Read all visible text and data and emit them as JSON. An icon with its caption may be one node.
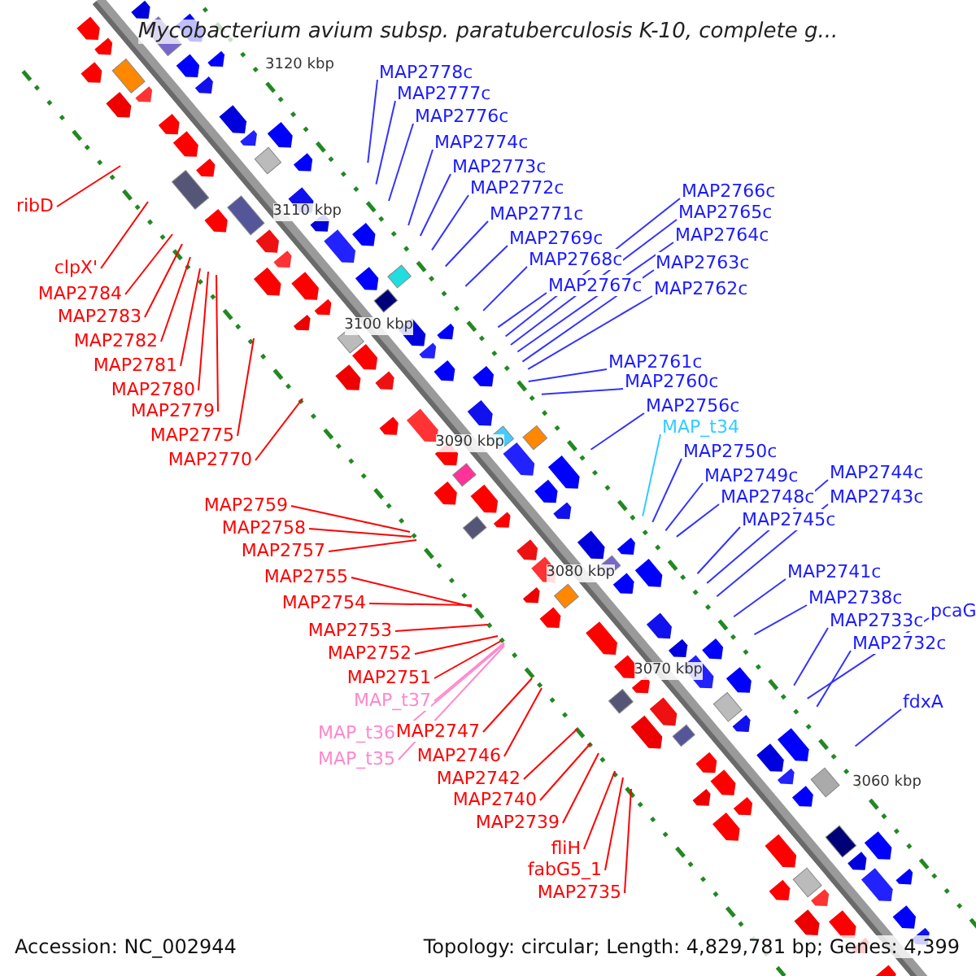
{
  "diagram": {
    "title": "Mycobacterium avium subsp. paratuberculosis K-10, complete g...",
    "nodes": [
      {
        "text": [
          "MAP2778c"
        ]
      },
      {
        "text": [
          "MAP2777c"
        ]
      },
      {
        "text": [
          "MAP2776c"
        ]
      },
      {
        "text": [
          "MAP2774c"
        ]
      },
      {
        "text": [
          "MAP2773c"
        ]
      },
      {
        "text": [
          "MAP2772c"
        ]
      },
      {
        "text": [
          "MAP2771c"
        ]
      },
      {
        "text": [
          "MAP2769c"
        ]
      },
      {
        "text": [
          "MAP2768c"
        ]
      },
      {
        "text": [
          "MAP2767c"
        ]
      },
      {
        "text": [
          "MAP2766c"
        ]
      },
      {
        "text": [
          "MAP2765c"
        ]
      },
      {
        "text": [
          "MAP2764c"
        ]
      },
      {
        "text": [
          "MAP2763c"
        ]
      },
      {
        "text": [
          "MAP2762c"
        ]
      },
      {
        "text": [
          "MAP2761c"
        ]
      },
      {
        "text": [
          "MAP2760c"
        ]
      },
      {
        "text": [
          "MAP2756c"
        ]
      },
      {
        "text": [
          "MAP_t34"
        ]
      },
      {
        "text": [
          "MAP2750c"
        ]
      },
      {
        "text": [
          "MAP2749c"
        ]
      },
      {
        "text": [
          "MAP2748c"
        ]
      },
      {
        "text": [
          "MAP2745c"
        ]
      },
      {
        "text": [
          "MAP2744c"
        ]
      },
      {
        "text": [
          "MAP2743c"
        ]
      },
      {
        "text": [
          "MAP2741c"
        ]
      },
      {
        "text": [
          "MAP2738c"
        ]
      },
      {
        "text": [
          "MAP2733c"
        ]
      },
      {
        "text": [
          "pcaG"
        ]
      },
      {
        "text": [
          "MAP2732c"
        ]
      },
      {
        "text": [
          "fdxA"
        ]
      },
      {
        "text": [
          "ribD"
        ]
      },
      {
        "text": [
          "clpX'"
        ]
      },
      {
        "text": [
          "MAP2784"
        ]
      },
      {
        "text": [
          "MAP2783"
        ]
      },
      {
        "text": [
          "MAP2782"
        ]
      },
      {
        "text": [
          "MAP2781"
        ]
      },
      {
        "text": [
          "MAP2780"
        ]
      },
      {
        "text": [
          "MAP2779"
        ]
      },
      {
        "text": [
          "MAP2775"
        ]
      },
      {
        "text": [
          "MAP2770"
        ]
      },
      {
        "text": [
          "MAP2759"
        ]
      },
      {
        "text": [
          "MAP2758"
        ]
      },
      {
        "text": [
          "MAP2757"
        ]
      },
      {
        "text": [
          "MAP2755"
        ]
      },
      {
        "text": [
          "MAP2754"
        ]
      },
      {
        "text": [
          "MAP2753"
        ]
      },
      {
        "text": [
          "MAP2752"
        ]
      },
      {
        "text": [
          "MAP2751"
        ]
      },
      {
        "text": [
          "MAP_t37"
        ]
      },
      {
        "text": [
          "MAP_t36"
        ]
      },
      {
        "text": [
          "MAP_t35"
        ]
      },
      {
        "text": [
          "MAP2747"
        ]
      },
      {
        "text": [
          "MAP2746"
        ]
      },
      {
        "text": [
          "MAP2742"
        ]
      },
      {
        "text": [
          "MAP2740"
        ]
      },
      {
        "text": [
          "MAP2739"
        ]
      },
      {
        "text": [
          "fliH"
        ]
      },
      {
        "text": [
          "fabG5_1"
        ]
      },
      {
        "text": [
          "MAP2735"
        ]
      }
    ],
    "edges": [
      {
        "from": 0,
        "to": null,
        "arrow": "none",
        "color": "#3333ff"
      },
      {
        "from": 1,
        "to": null,
        "arrow": "none",
        "color": "#3333ff"
      },
      {
        "from": 2,
        "to": null,
        "arrow": "none",
        "color": "#3333ff"
      },
      {
        "from": 3,
        "to": null,
        "arrow": "none",
        "color": "#3333ff"
      },
      {
        "from": 4,
        "to": null,
        "arrow": "none",
        "color": "#3333ff"
      },
      {
        "from": 5,
        "to": null,
        "arrow": "none",
        "color": "#3333ff"
      },
      {
        "from": 6,
        "to": null,
        "arrow": "none",
        "color": "#3333ff"
      },
      {
        "from": 7,
        "to": null,
        "arrow": "none",
        "color": "#3333ff"
      },
      {
        "from": 8,
        "to": null,
        "arrow": "none",
        "color": "#3333ff"
      },
      {
        "from": 9,
        "to": null,
        "arrow": "none",
        "color": "#3333ff"
      },
      {
        "from": 10,
        "to": null,
        "arrow": "none",
        "color": "#3333ff"
      },
      {
        "from": 11,
        "to": null,
        "arrow": "none",
        "color": "#3333ff"
      },
      {
        "from": 12,
        "to": null,
        "arrow": "none",
        "color": "#3333ff"
      },
      {
        "from": 13,
        "to": null,
        "arrow": "none",
        "color": "#3333ff"
      },
      {
        "from": 14,
        "to": null,
        "arrow": "none",
        "color": "#3333ff"
      },
      {
        "from": 15,
        "to": null,
        "arrow": "none",
        "color": "#3333ff"
      },
      {
        "from": 16,
        "to": null,
        "arrow": "none",
        "color": "#3333ff"
      },
      {
        "from": 17,
        "to": null,
        "arrow": "none",
        "color": "#3333ff"
      },
      {
        "from": 18,
        "to": null,
        "arrow": "none",
        "color": "#33ccff"
      },
      {
        "from": 19,
        "to": null,
        "arrow": "none",
        "color": "#3333ff"
      },
      {
        "from": 20,
        "to": null,
        "arrow": "none",
        "color": "#3333ff"
      },
      {
        "from": 21,
        "to": null,
        "arrow": "none",
        "color": "#3333ff"
      },
      {
        "from": 22,
        "to": null,
        "arrow": "none",
        "color": "#3333ff"
      },
      {
        "from": 23,
        "to": null,
        "arrow": "none",
        "color": "#3333ff"
      },
      {
        "from": 24,
        "to": null,
        "arrow": "none",
        "color": "#3333ff"
      },
      {
        "from": 25,
        "to": null,
        "arrow": "none",
        "color": "#3333ff"
      },
      {
        "from": 26,
        "to": null,
        "arrow": "none",
        "color": "#3333ff"
      },
      {
        "from": 27,
        "to": null,
        "arrow": "none",
        "color": "#3333ff"
      },
      {
        "from": 28,
        "to": null,
        "arrow": "none",
        "color": "#3333ff"
      },
      {
        "from": 29,
        "to": null,
        "arrow": "none",
        "color": "#3333ff"
      },
      {
        "from": 30,
        "to": null,
        "arrow": "none",
        "color": "#3333ff"
      },
      {
        "from": 31,
        "to": null,
        "arrow": "none",
        "color": "#ff0000"
      },
      {
        "from": 32,
        "to": null,
        "arrow": "none",
        "color": "#ff0000"
      },
      {
        "from": 33,
        "to": null,
        "arrow": "none",
        "color": "#ff0000"
      },
      {
        "from": 34,
        "to": null,
        "arrow": "none",
        "color": "#ff0000"
      },
      {
        "from": 35,
        "to": null,
        "arrow": "none",
        "color": "#ff0000"
      },
      {
        "from": 36,
        "to": null,
        "arrow": "none",
        "color": "#ff0000"
      },
      {
        "from": 37,
        "to": null,
        "arrow": "none",
        "color": "#ff0000"
      },
      {
        "from": 38,
        "to": null,
        "arrow": "none",
        "color": "#ff0000"
      },
      {
        "from": 39,
        "to": null,
        "arrow": "none",
        "color": "#ff0000"
      },
      {
        "from": 40,
        "to": null,
        "arrow": "none",
        "color": "#ff0000"
      },
      {
        "from": 41,
        "to": null,
        "arrow": "none",
        "color": "#ff0000"
      },
      {
        "from": 42,
        "to": null,
        "arrow": "none",
        "color": "#ff0000"
      },
      {
        "from": 43,
        "to": null,
        "arrow": "none",
        "color": "#ff0000"
      },
      {
        "from": 44,
        "to": null,
        "arrow": "none",
        "color": "#ff0000"
      },
      {
        "from": 45,
        "to": null,
        "arrow": "none",
        "color": "#ff0000"
      },
      {
        "from": 46,
        "to": null,
        "arrow": "none",
        "color": "#ff0000"
      },
      {
        "from": 47,
        "to": null,
        "arrow": "none",
        "color": "#ff0000"
      },
      {
        "from": 48,
        "to": null,
        "arrow": "none",
        "color": "#ff0000"
      },
      {
        "from": 49,
        "to": null,
        "arrow": "none",
        "color": "#ff88cc"
      },
      {
        "from": 50,
        "to": null,
        "arrow": "none",
        "color": "#ff88cc"
      },
      {
        "from": 51,
        "to": null,
        "arrow": "none",
        "color": "#ff88cc"
      },
      {
        "from": 52,
        "to": null,
        "arrow": "none",
        "color": "#ff0000"
      },
      {
        "from": 53,
        "to": null,
        "arrow": "none",
        "color": "#ff0000"
      },
      {
        "from": 54,
        "to": null,
        "arrow": "none",
        "color": "#ff0000"
      },
      {
        "from": 55,
        "to": null,
        "arrow": "none",
        "color": "#ff0000"
      },
      {
        "from": 56,
        "to": null,
        "arrow": "none",
        "color": "#ff0000"
      },
      {
        "from": 57,
        "to": null,
        "arrow": "none",
        "color": "#ff0000"
      },
      {
        "from": 58,
        "to": null,
        "arrow": "none",
        "color": "#ff0000"
      },
      {
        "from": 59,
        "to": null,
        "arrow": "none",
        "color": "#ff0000"
      }
    ],
    "labels": [
      "3120 kbp",
      "3110 kbp",
      "3100 kbp",
      "3090 kbp",
      "3080 kbp",
      "3070 kbp",
      "3060 kbp",
      "Accession: NC_002944",
      "Topology: circular; Length: 4,829,781 bp; Genes: 4,399"
    ]
  }
}
